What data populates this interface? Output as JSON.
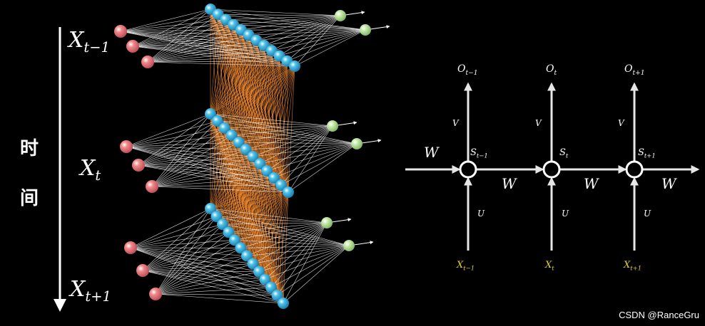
{
  "left": {
    "time_chars": [
      "时",
      "间"
    ],
    "labels": [
      {
        "base": "X",
        "sub": "t−1"
      },
      {
        "base": "X",
        "sub": "t"
      },
      {
        "base": "X",
        "sub": "t+1"
      }
    ]
  },
  "rnn": {
    "outputs": [
      {
        "base": "O",
        "sub": "t−1"
      },
      {
        "base": "O",
        "sub": "t"
      },
      {
        "base": "O",
        "sub": "t+1"
      }
    ],
    "states": [
      {
        "base": "S",
        "sub": "t−1"
      },
      {
        "base": "S",
        "sub": "t"
      },
      {
        "base": "S",
        "sub": "t+1"
      }
    ],
    "inputs": [
      {
        "base": "X",
        "sub": "t−1"
      },
      {
        "base": "X",
        "sub": "t"
      },
      {
        "base": "X",
        "sub": "t+1"
      }
    ],
    "v_label": "V",
    "u_label": "U",
    "w_label": "W"
  },
  "watermark": "CSDN @RanceGru",
  "colors": {
    "background": "#000000",
    "input_node": "#f08a8a",
    "hidden_node": "#4fc3e8",
    "output_node": "#c8ecae",
    "recurrent_links": "#f08a30",
    "input_label": "#e8d23a",
    "lines": "#ffffff"
  }
}
